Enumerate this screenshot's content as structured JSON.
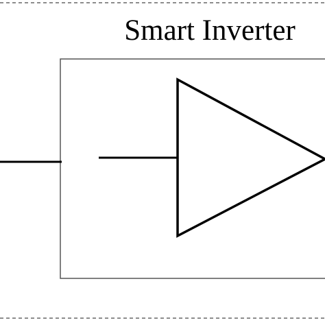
{
  "diagram": {
    "title": "Smart Inverter",
    "colors": {
      "stroke": "#000000",
      "box_stroke": "#555555",
      "dashed_border": "#666666",
      "background": "#ffffff"
    },
    "elements": [
      "outer-dashed-boundary",
      "inverter-enclosure",
      "input-wire",
      "internal-input-wire",
      "amplifier-triangle"
    ]
  }
}
